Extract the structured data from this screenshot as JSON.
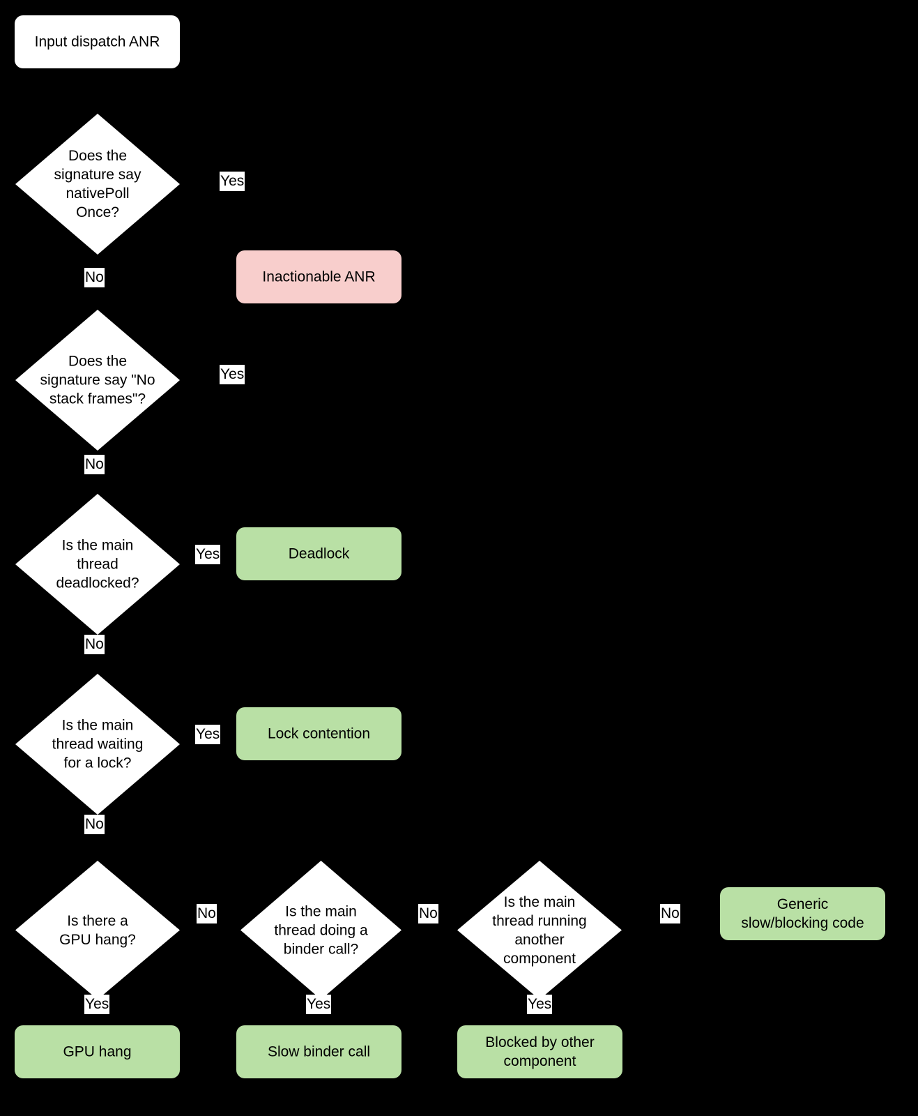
{
  "diagram": {
    "title": "Input dispatch ANR",
    "type": "flowchart",
    "background_color": "#000000",
    "palette": {
      "start_fill": "#ffffff",
      "decision_fill": "#ffffff",
      "inactionable_fill": "#f8cecc",
      "result_fill": "#b9e0a5",
      "text_color": "#000000",
      "edge_label_bg": "#ffffff"
    },
    "nodes": [
      {
        "id": "start",
        "shape": "rounded-rect",
        "label": "Input dispatch ANR"
      },
      {
        "id": "q_nativepoll",
        "shape": "diamond",
        "label": "Does the\nsignature say\nnativePoll\nOnce?"
      },
      {
        "id": "inactionable",
        "shape": "rounded-rect",
        "label": "Inactionable ANR"
      },
      {
        "id": "q_noframes",
        "shape": "diamond",
        "label": "Does the\nsignature say \"No\nstack frames\"?"
      },
      {
        "id": "q_deadlock",
        "shape": "diamond",
        "label": "Is the main\nthread\ndeadlocked?"
      },
      {
        "id": "r_deadlock",
        "shape": "rounded-rect",
        "label": "Deadlock"
      },
      {
        "id": "q_lock",
        "shape": "diamond",
        "label": "Is the main\nthread waiting\nfor a lock?"
      },
      {
        "id": "r_lock",
        "shape": "rounded-rect",
        "label": "Lock contention"
      },
      {
        "id": "q_gpu",
        "shape": "diamond",
        "label": "Is there a\nGPU hang?"
      },
      {
        "id": "r_gpu",
        "shape": "rounded-rect",
        "label": "GPU hang"
      },
      {
        "id": "q_binder",
        "shape": "diamond",
        "label": "Is the main\nthread doing a\nbinder call?"
      },
      {
        "id": "r_binder",
        "shape": "rounded-rect",
        "label": "Slow binder call"
      },
      {
        "id": "q_component",
        "shape": "diamond",
        "label": "Is the main\nthread running\nanother\ncomponent"
      },
      {
        "id": "r_component",
        "shape": "rounded-rect",
        "label": "Blocked by other\ncomponent"
      },
      {
        "id": "r_generic",
        "shape": "rounded-rect",
        "label": "Generic\nslow/blocking code"
      }
    ],
    "edge_labels": {
      "yes_nativepoll": "Yes",
      "no_nativepoll": "No",
      "yes_noframes": "Yes",
      "no_noframes": "No",
      "yes_deadlock": "Yes",
      "no_deadlock": "No",
      "yes_lock": "Yes",
      "no_lock": "No",
      "yes_gpu": "Yes",
      "no_gpu": "No",
      "yes_binder": "Yes",
      "no_binder": "No",
      "yes_component": "Yes",
      "no_component": "No"
    },
    "edges": [
      {
        "from": "start",
        "to": "q_nativepoll",
        "label": ""
      },
      {
        "from": "q_nativepoll",
        "to": "inactionable",
        "label": "Yes"
      },
      {
        "from": "q_nativepoll",
        "to": "q_noframes",
        "label": "No"
      },
      {
        "from": "q_noframes",
        "to": "inactionable",
        "label": "Yes"
      },
      {
        "from": "q_noframes",
        "to": "q_deadlock",
        "label": "No"
      },
      {
        "from": "q_deadlock",
        "to": "r_deadlock",
        "label": "Yes"
      },
      {
        "from": "q_deadlock",
        "to": "q_lock",
        "label": "No"
      },
      {
        "from": "q_lock",
        "to": "r_lock",
        "label": "Yes"
      },
      {
        "from": "q_lock",
        "to": "q_gpu",
        "label": "No"
      },
      {
        "from": "q_gpu",
        "to": "r_gpu",
        "label": "Yes"
      },
      {
        "from": "q_gpu",
        "to": "q_binder",
        "label": "No"
      },
      {
        "from": "q_binder",
        "to": "r_binder",
        "label": "Yes"
      },
      {
        "from": "q_binder",
        "to": "q_component",
        "label": "No"
      },
      {
        "from": "q_component",
        "to": "r_component",
        "label": "Yes"
      },
      {
        "from": "q_component",
        "to": "r_generic",
        "label": "No"
      }
    ]
  }
}
